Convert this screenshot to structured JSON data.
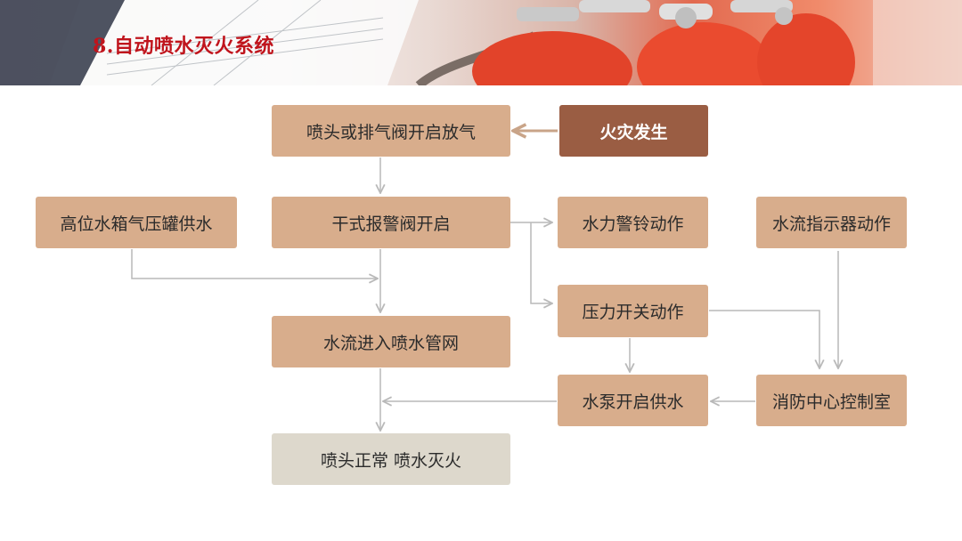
{
  "header": {
    "title": "8.自动喷水灭火系统"
  },
  "nodes": {
    "sprinkler_exhaust": "喷头或排气阀开启放气",
    "fire": "火灾发生",
    "high_tank": "高位水箱气压罐供水",
    "dry_alarm_valve": "干式报警阀开启",
    "water_bell": "水力警铃动作",
    "flow_indicator": "水流指示器动作",
    "pressure_switch": "压力开关动作",
    "water_into_network": "水流进入喷水管网",
    "pump": "水泵开启供水",
    "control_room": "消防中心控制室",
    "final": "喷头正常 喷水灭火"
  },
  "colors": {
    "box": "#d8ad8c",
    "fire_box": "#9a5d43",
    "final_box": "#ddd8cc",
    "title": "#c0141c",
    "arrow": "#b9b9b9",
    "fire_arrow": "#c9a488"
  }
}
